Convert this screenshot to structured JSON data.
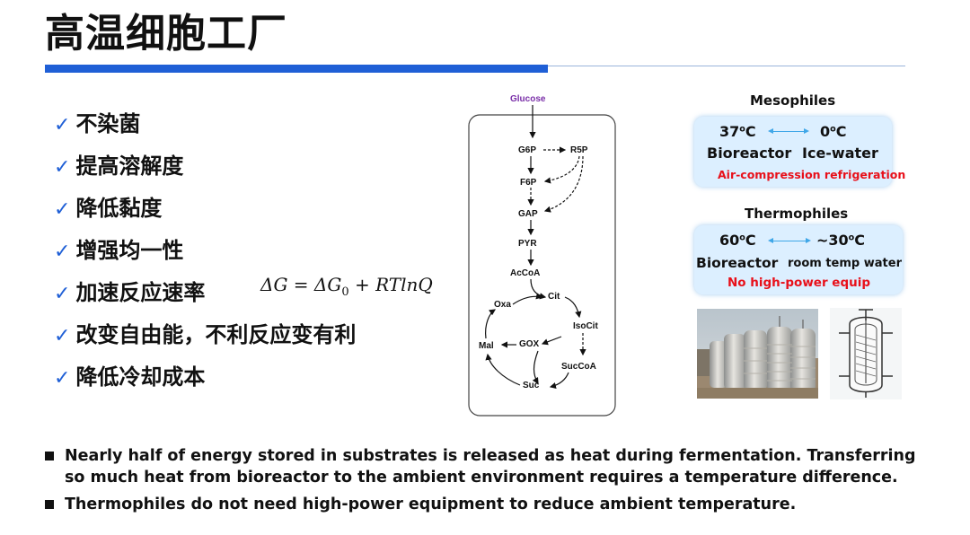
{
  "title": "高温细胞工厂",
  "checklist": [
    "不染菌",
    "提高溶解度",
    "降低黏度",
    "增强均一性",
    "加速反应速率",
    "改变自由能，不利反应变有利",
    "降低冷却成本"
  ],
  "formula": {
    "delta_g": "ΔG",
    "eq": "=",
    "delta_g0": "ΔG",
    "sub0": "0",
    "plus": "+",
    "rtlnq": "RTlnQ"
  },
  "pathway": {
    "glucose": "Glucose",
    "g6p": "G6P",
    "r5p": "R5P",
    "f6p": "F6P",
    "gap": "GAP",
    "pyr": "PYR",
    "accoa": "AcCoA",
    "cit": "Cit",
    "oxa": "Oxa",
    "isocit": "IsoCit",
    "mal": "Mal",
    "gox": "GOX",
    "succoa": "SucCoA",
    "suc": "Suc"
  },
  "mesophiles": {
    "title": "Mesophiles",
    "temp_left": "37",
    "temp_right": "0",
    "unit": "C",
    "deg": "o",
    "label_left": "Bioreactor",
    "label_right": "Ice-water",
    "note": "Air-compression refrigeration"
  },
  "thermophiles": {
    "title": "Thermophiles",
    "temp_left": "60",
    "temp_right": "~30",
    "unit": "C",
    "deg": "o",
    "label_left": "Bioreactor",
    "label_right": "room temp water",
    "note": "No high-power equip"
  },
  "notes": [
    "Nearly half of energy stored in substrates is released as heat during fermentation. Transferring so much heat from bioreactor to the ambient environment requires a temperature difference.",
    "Thermophiles do not need high-power equipment to reduce ambient temperature."
  ],
  "colors": {
    "accent_blue": "#1f5fd6",
    "glucose_purple": "#7a2fa8",
    "panel_bg": "#dcefff",
    "warning_red": "#e8101a"
  }
}
